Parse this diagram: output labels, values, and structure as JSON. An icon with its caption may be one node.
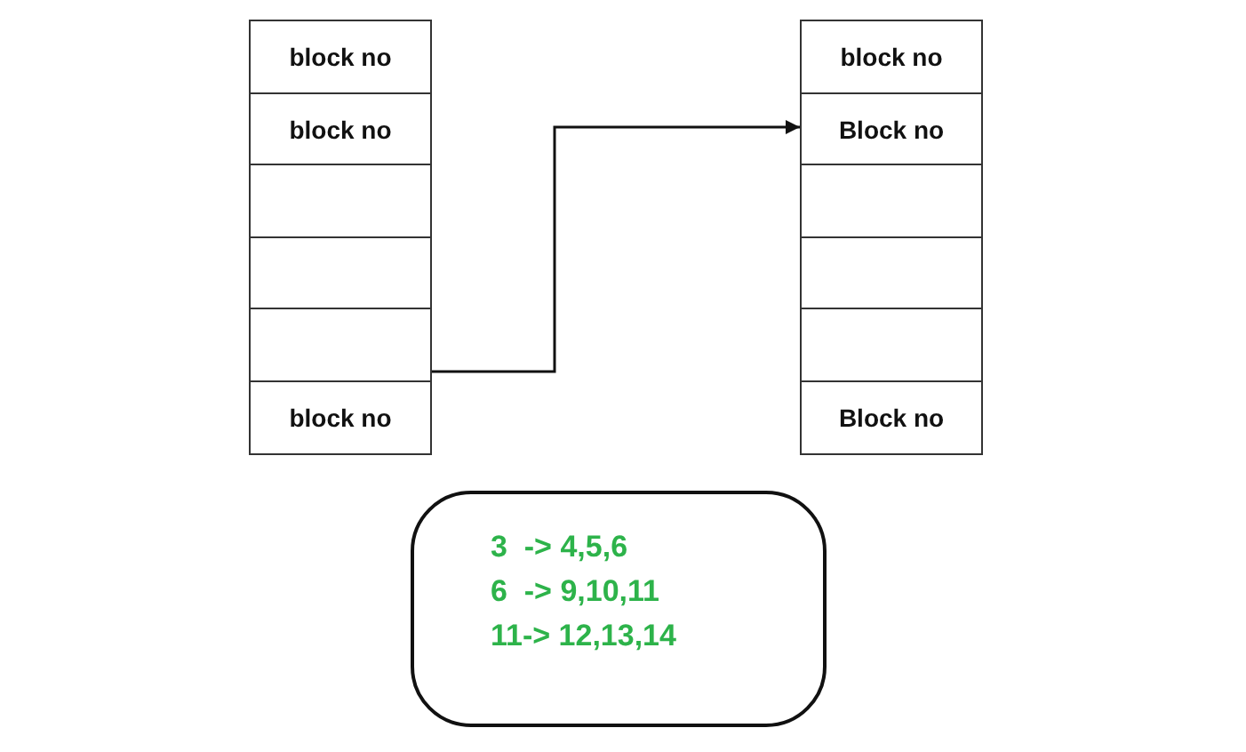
{
  "diagram": {
    "nodes": [
      {
        "text": [
          "block no"
        ]
      },
      {
        "text": [
          "block no"
        ]
      },
      {
        "text": [],
        "shape": "box"
      },
      {
        "text": [],
        "shape": "box"
      },
      {
        "text": [],
        "shape": "box"
      },
      {
        "text": [
          "block no"
        ]
      },
      {
        "text": [
          "block no"
        ]
      },
      {
        "text": [
          "Block no"
        ]
      },
      {
        "text": [],
        "shape": "box"
      },
      {
        "text": [],
        "shape": "box"
      },
      {
        "text": [],
        "shape": "box"
      },
      {
        "text": [
          "Block no"
        ]
      },
      {
        "text": [
          "3  -> 4,5,6",
          "6  -> 9,10,11",
          "11-> 12,13,14"
        ]
      }
    ],
    "edges": [
      {
        "from": 4,
        "to": 7,
        "arrow": "to"
      }
    ]
  }
}
